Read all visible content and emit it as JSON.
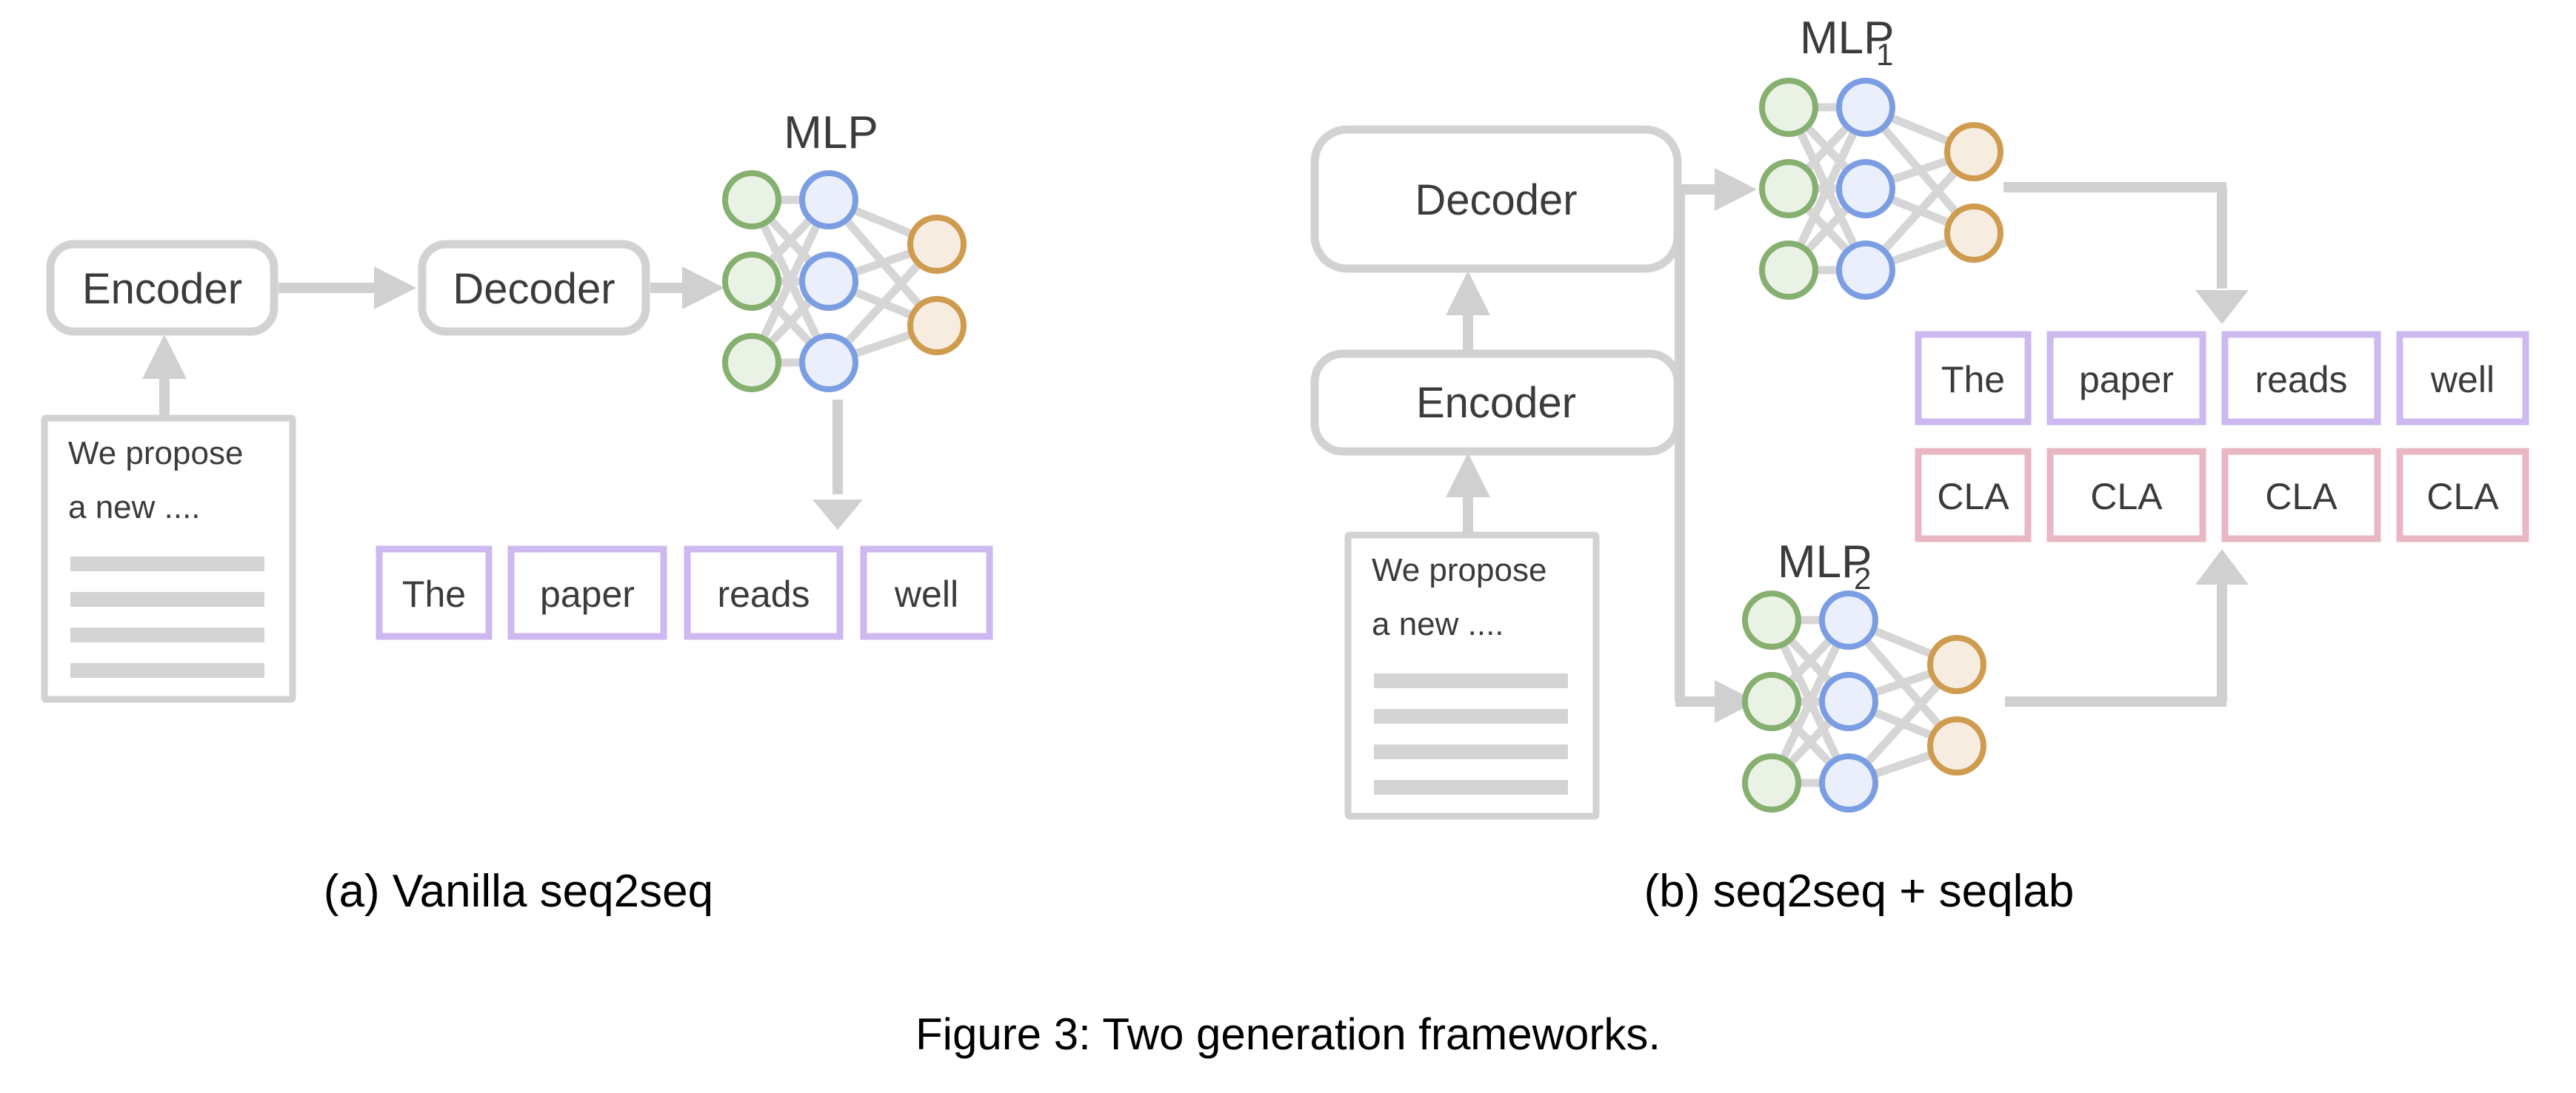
{
  "figure": {
    "caption": "Figure 3: Two generation frameworks.",
    "colors": {
      "arrow_gray": "#d0d0d0",
      "box_border_gray": "#d2d2d2",
      "doc_line_gray": "#d4d4d4",
      "text_dark": "#3b3b3b",
      "node_green_stroke": "#85b06f",
      "node_green_fill": "#eaf2e6",
      "node_blue_stroke": "#7b9ee3",
      "node_blue_fill": "#eaeffb",
      "node_orange_stroke": "#cf9b4e",
      "node_orange_fill": "#f6ece0",
      "token_purple": "#cdb8f0",
      "token_pink": "#e9b7c4",
      "background": "#ffffff"
    }
  },
  "panel_a": {
    "subcaption": "(a) Vanilla seq2seq",
    "encoder_label": "Encoder",
    "decoder_label": "Decoder",
    "mlp_label": "MLP",
    "document": {
      "line1": "We propose",
      "line2": "a new ....",
      "placeholder_line_count": 4
    },
    "output_tokens": [
      "The",
      "paper",
      "reads",
      "well"
    ],
    "mlp_structure": {
      "input_nodes": 3,
      "hidden_nodes": 3,
      "output_nodes": 2
    }
  },
  "panel_b": {
    "subcaption": "(b) seq2seq + seqlab",
    "encoder_label": "Encoder",
    "decoder_label": "Decoder",
    "mlp1_label": "MLP",
    "mlp1_subscript": "1",
    "mlp2_label": "MLP",
    "mlp2_subscript": "2",
    "document": {
      "line1": "We propose",
      "line2": "a new ....",
      "placeholder_line_count": 4
    },
    "word_tokens": [
      "The",
      "paper",
      "reads",
      "well"
    ],
    "label_tokens": [
      "CLA",
      "CLA",
      "CLA",
      "CLA"
    ],
    "mlp_structure": {
      "input_nodes": 3,
      "hidden_nodes": 3,
      "output_nodes": 2
    }
  },
  "chart_data": {
    "type": "diagram",
    "title": "Figure 3: Two generation frameworks.",
    "panels": [
      {
        "id": "a",
        "label": "(a) Vanilla seq2seq",
        "nodes": [
          "Document",
          "Encoder",
          "Decoder",
          "MLP",
          "The",
          "paper",
          "reads",
          "well"
        ],
        "edges": [
          [
            "Document",
            "Encoder"
          ],
          [
            "Encoder",
            "Decoder"
          ],
          [
            "Decoder",
            "MLP"
          ],
          [
            "MLP",
            "Tokens"
          ]
        ]
      },
      {
        "id": "b",
        "label": "(b) seq2seq + seqlab",
        "nodes": [
          "Document",
          "Encoder",
          "Decoder",
          "MLP1",
          "MLP2",
          "The",
          "paper",
          "reads",
          "well",
          "CLA",
          "CLA",
          "CLA",
          "CLA"
        ],
        "edges": [
          [
            "Document",
            "Encoder"
          ],
          [
            "Encoder",
            "Decoder"
          ],
          [
            "Decoder",
            "MLP1"
          ],
          [
            "Decoder",
            "MLP2"
          ],
          [
            "MLP1",
            "WordTokens"
          ],
          [
            "MLP2",
            "LabelTokens"
          ]
        ]
      }
    ]
  }
}
